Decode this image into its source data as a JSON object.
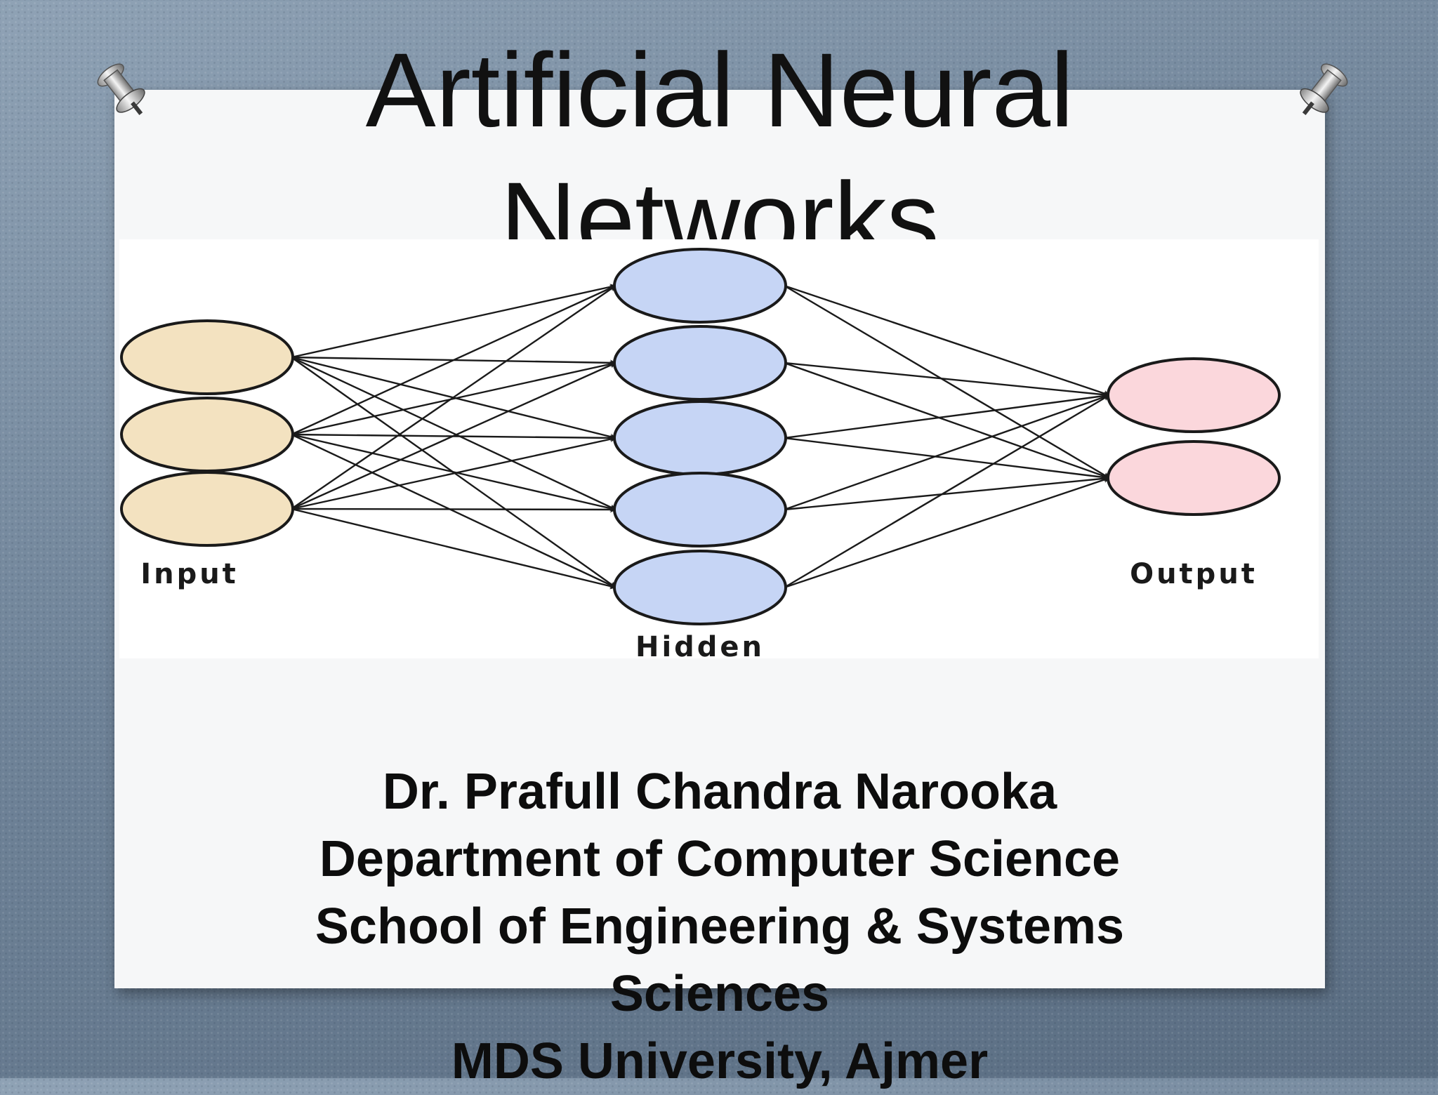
{
  "slide": {
    "title_lines": [
      "Artificial Neural",
      "Networks"
    ],
    "credits": [
      "Dr. Prafull Chandra Narooka",
      "Department of Computer Science",
      "School of Engineering & Systems",
      "Sciences",
      "MDS University, Ajmer"
    ]
  },
  "diagram": {
    "layers": [
      {
        "label": "Input",
        "nodes": 3,
        "color": "#f3e2c0"
      },
      {
        "label": "Hidden",
        "nodes": 5,
        "color": "#c6d5f5"
      },
      {
        "label": "Output",
        "nodes": 2,
        "color": "#fbd7dc"
      }
    ],
    "colors": {
      "stroke": "#1a1a1a",
      "background": "#ffffff"
    }
  },
  "colors": {
    "backdrop": "#6e8297",
    "paper": "#f6f7f8",
    "text": "#111111"
  }
}
